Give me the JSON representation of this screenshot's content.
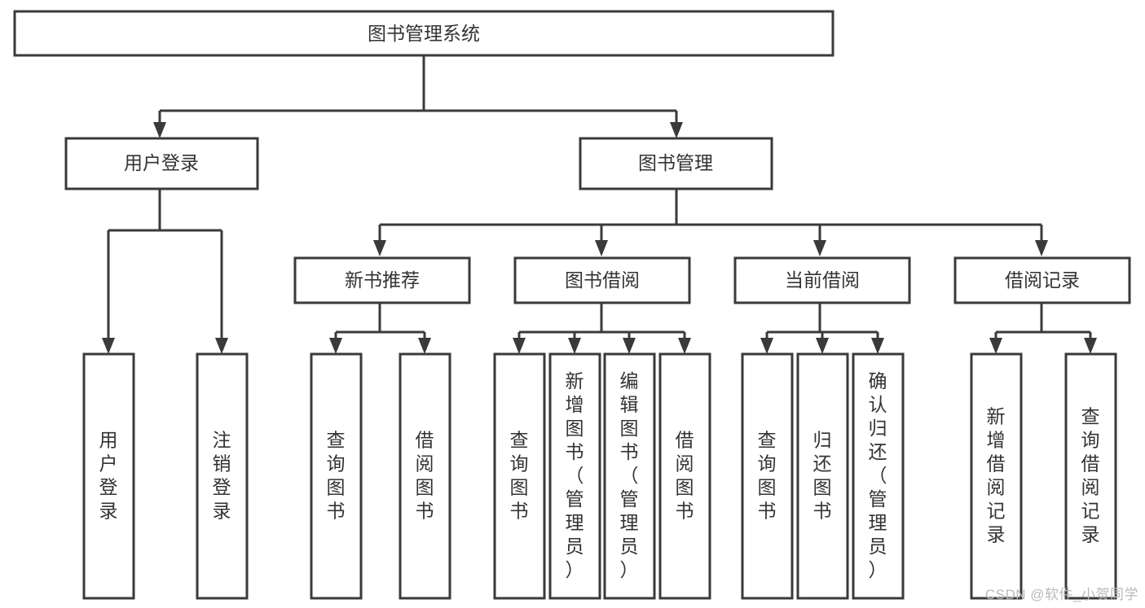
{
  "diagram": {
    "title": "图书管理系统",
    "type": "hierarchy-tree",
    "root": {
      "id": "root",
      "label": "图书管理系统",
      "level": 0
    },
    "level1": [
      {
        "id": "user-login",
        "label": "用户登录",
        "level": 1
      },
      {
        "id": "book-management",
        "label": "图书管理",
        "level": 1
      }
    ],
    "level2": [
      {
        "id": "new-book-recommend",
        "label": "新书推荐",
        "level": 2,
        "parent": "book-management"
      },
      {
        "id": "book-borrow",
        "label": "图书借阅",
        "level": 2,
        "parent": "book-management"
      },
      {
        "id": "current-borrow",
        "label": "当前借阅",
        "level": 2,
        "parent": "book-management"
      },
      {
        "id": "borrow-record",
        "label": "借阅记录",
        "level": 2,
        "parent": "book-management"
      }
    ],
    "leaves": {
      "user-login": [
        {
          "id": "leaf-user-login",
          "label": "用户登录"
        },
        {
          "id": "leaf-logout",
          "label": "注销登录"
        }
      ],
      "new-book-recommend": [
        {
          "id": "leaf-query-book-1",
          "label": "查询图书"
        },
        {
          "id": "leaf-borrow-book-1",
          "label": "借阅图书"
        }
      ],
      "book-borrow": [
        {
          "id": "leaf-query-book-2",
          "label": "查询图书"
        },
        {
          "id": "leaf-add-book",
          "label": "新增图书（管理员）"
        },
        {
          "id": "leaf-edit-book",
          "label": "编辑图书（管理员）"
        },
        {
          "id": "leaf-borrow-book-2",
          "label": "借阅图书"
        }
      ],
      "current-borrow": [
        {
          "id": "leaf-query-book-3",
          "label": "查询图书"
        },
        {
          "id": "leaf-return-book",
          "label": "归还图书"
        },
        {
          "id": "leaf-confirm-return",
          "label": "确认归还（管理员）"
        }
      ],
      "borrow-record": [
        {
          "id": "leaf-add-record",
          "label": "新增借阅记录"
        },
        {
          "id": "leaf-query-record",
          "label": "查询借阅记录"
        }
      ]
    }
  },
  "watermark": {
    "text": "CSDN @软件_小贺同学"
  },
  "colors": {
    "stroke": "#3a3a3a",
    "fill": "#ffffff",
    "text": "#333333",
    "watermark": "#b9b9b9"
  }
}
